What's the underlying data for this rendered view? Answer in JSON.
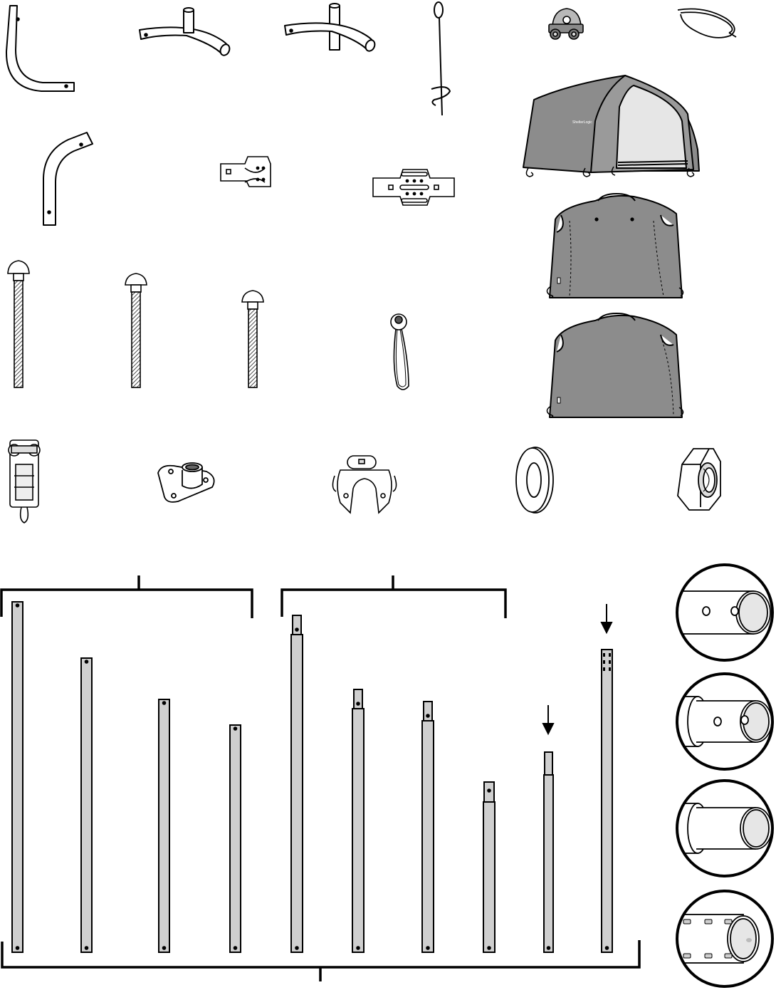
{
  "document": {
    "type": "parts-identification-sheet",
    "colors": {
      "line": "#000000",
      "pipe_fill": "#cfcfcf",
      "fabric_dark": "#8c8c8c",
      "fabric_light": "#e6e6e6",
      "paper": "#ffffff"
    },
    "hardware_parts": [
      {
        "name": "elbow-pipe-l",
        "icon": "l-elbow-pipe-icon"
      },
      {
        "name": "two-way-tee-fitting",
        "icon": "tee-fitting-icon"
      },
      {
        "name": "three-way-cross-fitting",
        "icon": "cross-fitting-icon"
      },
      {
        "name": "auger-anchor",
        "icon": "auger-anchor-icon"
      },
      {
        "name": "cable-clamp",
        "icon": "cable-clamp-icon"
      },
      {
        "name": "cable-coil",
        "icon": "cable-coil-icon"
      },
      {
        "name": "roof-elbow",
        "icon": "curved-elbow-icon"
      },
      {
        "name": "small-bracket-plate",
        "icon": "small-bracket-icon"
      },
      {
        "name": "large-bracket-plate",
        "icon": "large-bracket-icon"
      },
      {
        "name": "long-carriage-bolt",
        "icon": "long-bolt-icon"
      },
      {
        "name": "medium-carriage-bolt",
        "icon": "medium-bolt-icon"
      },
      {
        "name": "short-carriage-bolt",
        "icon": "short-bolt-icon"
      },
      {
        "name": "ball-bungee",
        "icon": "ball-bungee-icon"
      },
      {
        "name": "ratchet-tensioner",
        "icon": "ratchet-icon"
      },
      {
        "name": "foot-plate",
        "icon": "foot-plate-icon"
      },
      {
        "name": "pipe-clip",
        "icon": "pipe-clip-icon"
      },
      {
        "name": "flat-washer",
        "icon": "washer-icon"
      },
      {
        "name": "lock-nut",
        "icon": "hex-nut-icon"
      }
    ],
    "fabric_parts": [
      {
        "name": "roof-cover",
        "icon": "roof-cover-icon",
        "logo_text": "ShelterLogic"
      },
      {
        "name": "front-panel",
        "icon": "front-panel-icon"
      },
      {
        "name": "rear-panel",
        "icon": "rear-panel-icon"
      }
    ],
    "pipe_groups": [
      {
        "name": "plain-pipes",
        "count": 4
      },
      {
        "name": "swaged-pipes",
        "count": 4
      }
    ],
    "pipe_end_details": [
      {
        "name": "detail-hole-end",
        "icon": "pipe-end-hole-icon"
      },
      {
        "name": "detail-swaged-hole-end",
        "icon": "pipe-end-swaged-hole-icon"
      },
      {
        "name": "detail-swaged-end",
        "icon": "pipe-end-swaged-icon"
      },
      {
        "name": "detail-slotted-end",
        "icon": "pipe-end-slotted-icon"
      }
    ]
  }
}
